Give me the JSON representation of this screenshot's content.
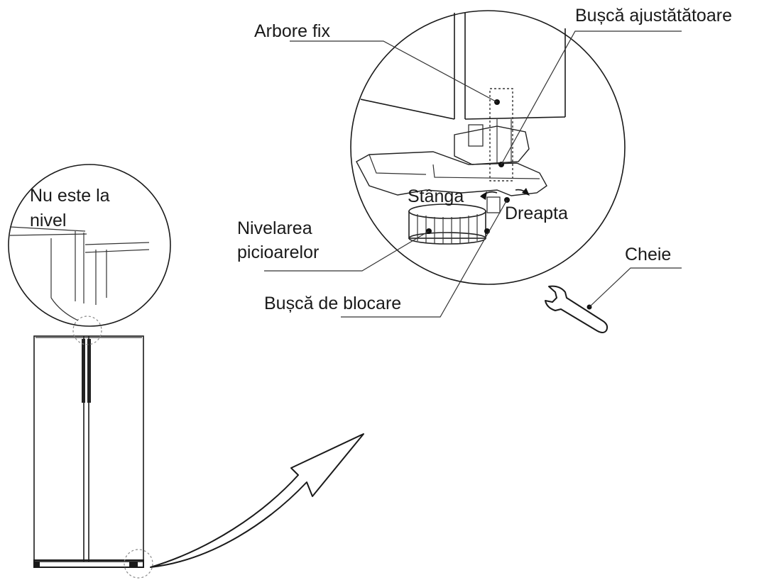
{
  "labels": {
    "arbore_fix": "Arbore fix",
    "busca_ajustatatoare": "Bușcă ajustătătoare",
    "nu_este_la_nivel_1": "Nu este la",
    "nu_este_la_nivel_2": "nivel",
    "stanga": "Stânga",
    "dreapta": "Dreapta",
    "nivelarea_1": "Nivelarea",
    "nivelarea_2": "picioarelor",
    "busca_de_blocare": "Bușcă de blocare",
    "cheie": "Cheie"
  },
  "colors": {
    "line": "#1a1a1a",
    "background": "#ffffff"
  }
}
